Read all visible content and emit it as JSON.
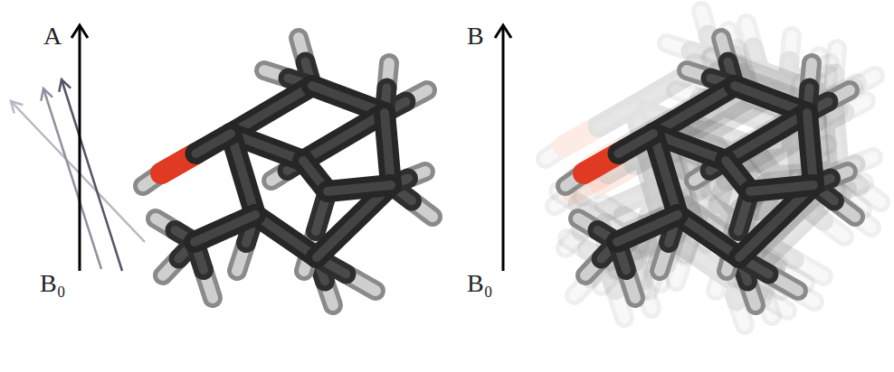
{
  "diagram": {
    "labels": [
      "A",
      "B₀",
      "B",
      "B₀"
    ]
  }
}
